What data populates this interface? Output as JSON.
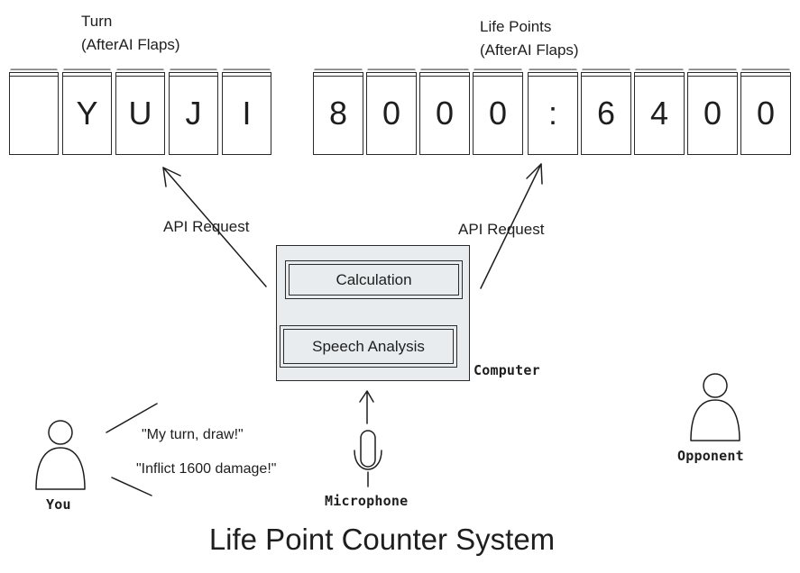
{
  "turn_display": {
    "label_line1": "Turn",
    "label_line2": "(AfterAI Flaps)",
    "flaps": [
      "",
      "Y",
      "U",
      "J",
      "I"
    ]
  },
  "life_display": {
    "label_line1": "Life Points",
    "label_line2": "(AfterAI Flaps)",
    "flaps": [
      "8",
      "0",
      "0",
      "0",
      ":",
      "6",
      "4",
      "0",
      "0"
    ]
  },
  "arrows": {
    "left_label": "API Request",
    "right_label": "API Request"
  },
  "computer": {
    "label": "Computer",
    "calculation": "Calculation",
    "speech_analysis": "Speech Analysis",
    "fill_color": "#e9ecef"
  },
  "speech": {
    "quote1": "\"My turn, draw!\"",
    "quote2": "\"Inflict 1600 damage!\""
  },
  "actors": {
    "you": "You",
    "opponent": "Opponent",
    "microphone": "Microphone"
  },
  "title": "Life Point Counter System"
}
